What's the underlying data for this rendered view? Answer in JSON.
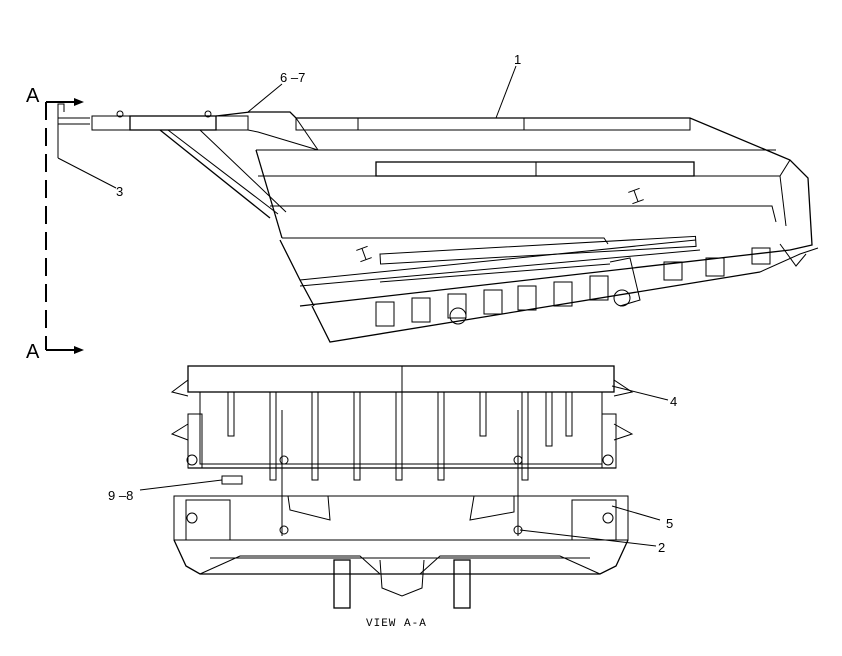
{
  "section_marker_top": "A",
  "section_marker_bottom": "A",
  "callouts": {
    "c1": "1",
    "c6_7": "6 –7",
    "c3": "3",
    "c4": "4",
    "c9_8": "9 –8",
    "c5": "5",
    "c2": "2"
  },
  "view_caption": "VIEW A-A"
}
